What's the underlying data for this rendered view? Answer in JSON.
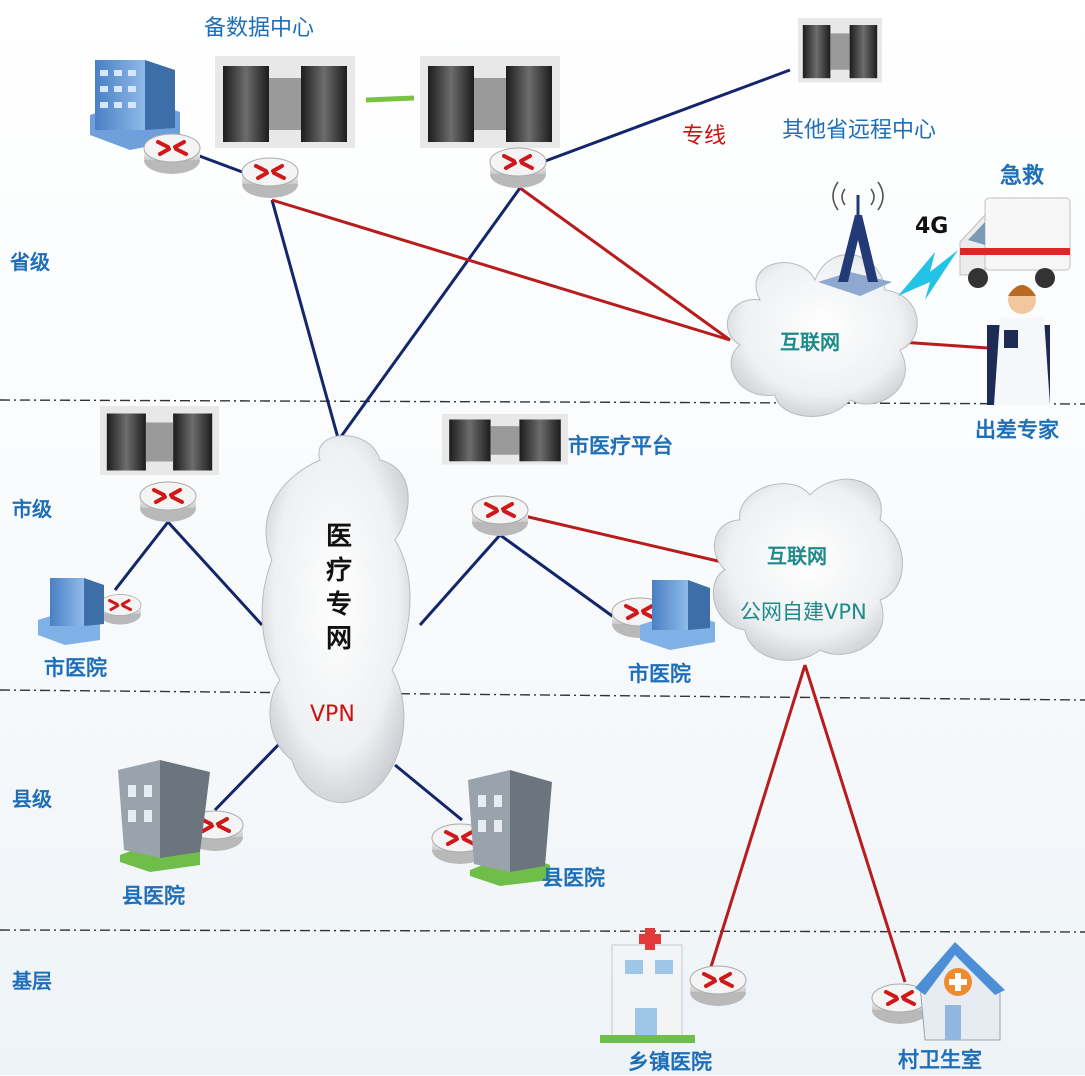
{
  "tiers": {
    "province": "省级",
    "city": "市级",
    "county": "县级",
    "grassroots": "基层"
  },
  "labels": {
    "backup_dc": "备数据中心",
    "dedicated_line": "专线",
    "other_province": "其他省远程中心",
    "emergency": "急救",
    "four_g": "4G",
    "internet_top": "互联网",
    "travel_expert": "出差专家",
    "city_platform": "市医疗平台",
    "medical_net_1": "医",
    "medical_net_2": "疗",
    "medical_net_3": "专",
    "medical_net_4": "网",
    "vpn": "VPN",
    "internet_mid": "互联网",
    "public_vpn": "公网自建VPN",
    "city_hospital_left": "市医院",
    "city_hospital_right": "市医院",
    "county_hospital_left": "县医院",
    "county_hospital_right": "县医院",
    "township_hospital": "乡镇医院",
    "village_clinic": "村卫生室"
  },
  "colors": {
    "private_line": "#13256b",
    "internet_line": "#b81c1c",
    "dc_link": "#7cc241",
    "tier_text": "#1f6fb8",
    "teal_text": "#1f8a8a",
    "red_text": "#d01010"
  }
}
